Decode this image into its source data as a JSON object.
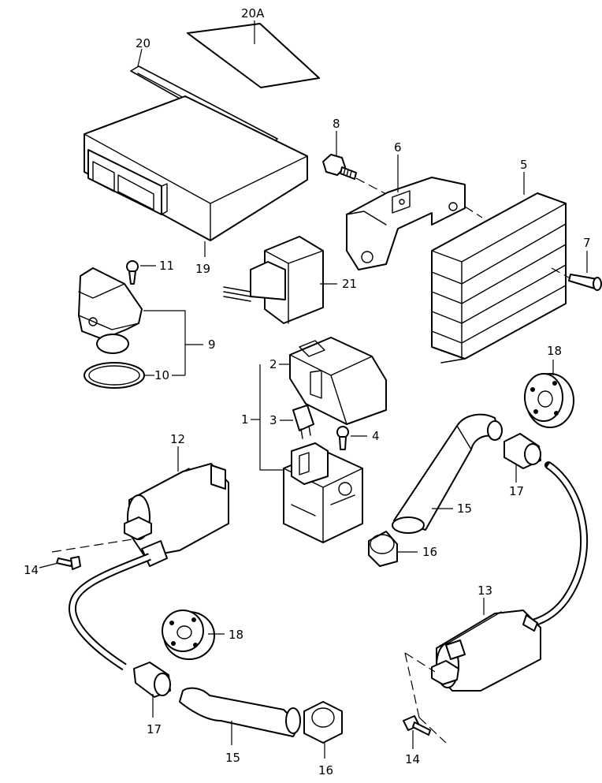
{
  "callouts": {
    "c20A": "20A",
    "c20": "20",
    "c19": "19",
    "c8": "8",
    "c6": "6",
    "c5": "5",
    "c7": "7",
    "c11": "11",
    "c21": "21",
    "c9": "9",
    "c10": "10",
    "c2": "2",
    "c1": "1",
    "c3": "3",
    "c4": "4",
    "c18a": "18",
    "c17a": "17",
    "c15a": "15",
    "c16a": "16",
    "c12": "12",
    "c14a": "14",
    "c18b": "18",
    "c13": "13",
    "c17b": "17",
    "c15b": "15",
    "c16b": "16",
    "c14b": "14"
  }
}
